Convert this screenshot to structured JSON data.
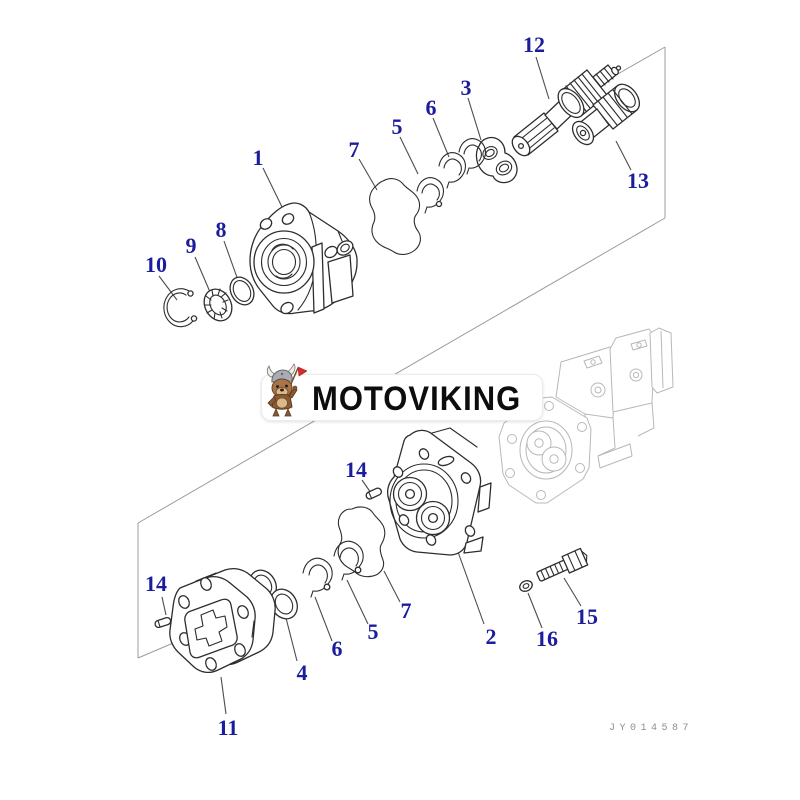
{
  "brand": {
    "name": "MOTOVIKING",
    "mascot_icon": "viking-dog-with-red-flag"
  },
  "watermark": {
    "drawing_number": "JY014587"
  },
  "diagram": {
    "type": "exploded-parts-diagram",
    "callouts": [
      {
        "label": "1"
      },
      {
        "label": "7"
      },
      {
        "label": "5"
      },
      {
        "label": "6"
      },
      {
        "label": "3"
      },
      {
        "label": "12"
      },
      {
        "label": "13"
      },
      {
        "label": "8"
      },
      {
        "label": "9"
      },
      {
        "label": "10"
      },
      {
        "label": "14"
      },
      {
        "label": "7"
      },
      {
        "label": "5"
      },
      {
        "label": "6"
      },
      {
        "label": "4"
      },
      {
        "label": "11"
      },
      {
        "label": "2"
      },
      {
        "label": "16"
      },
      {
        "label": "15"
      },
      {
        "label": "14"
      }
    ],
    "colors": {
      "callout_text": "#1c1c9e",
      "part_line": "#2d2d2d",
      "construction_line": "#9c9c9c",
      "ghost_line": "#b8b8b8",
      "flag_red": "#d92b2b",
      "mascot_brown": "#8a5a33"
    }
  }
}
